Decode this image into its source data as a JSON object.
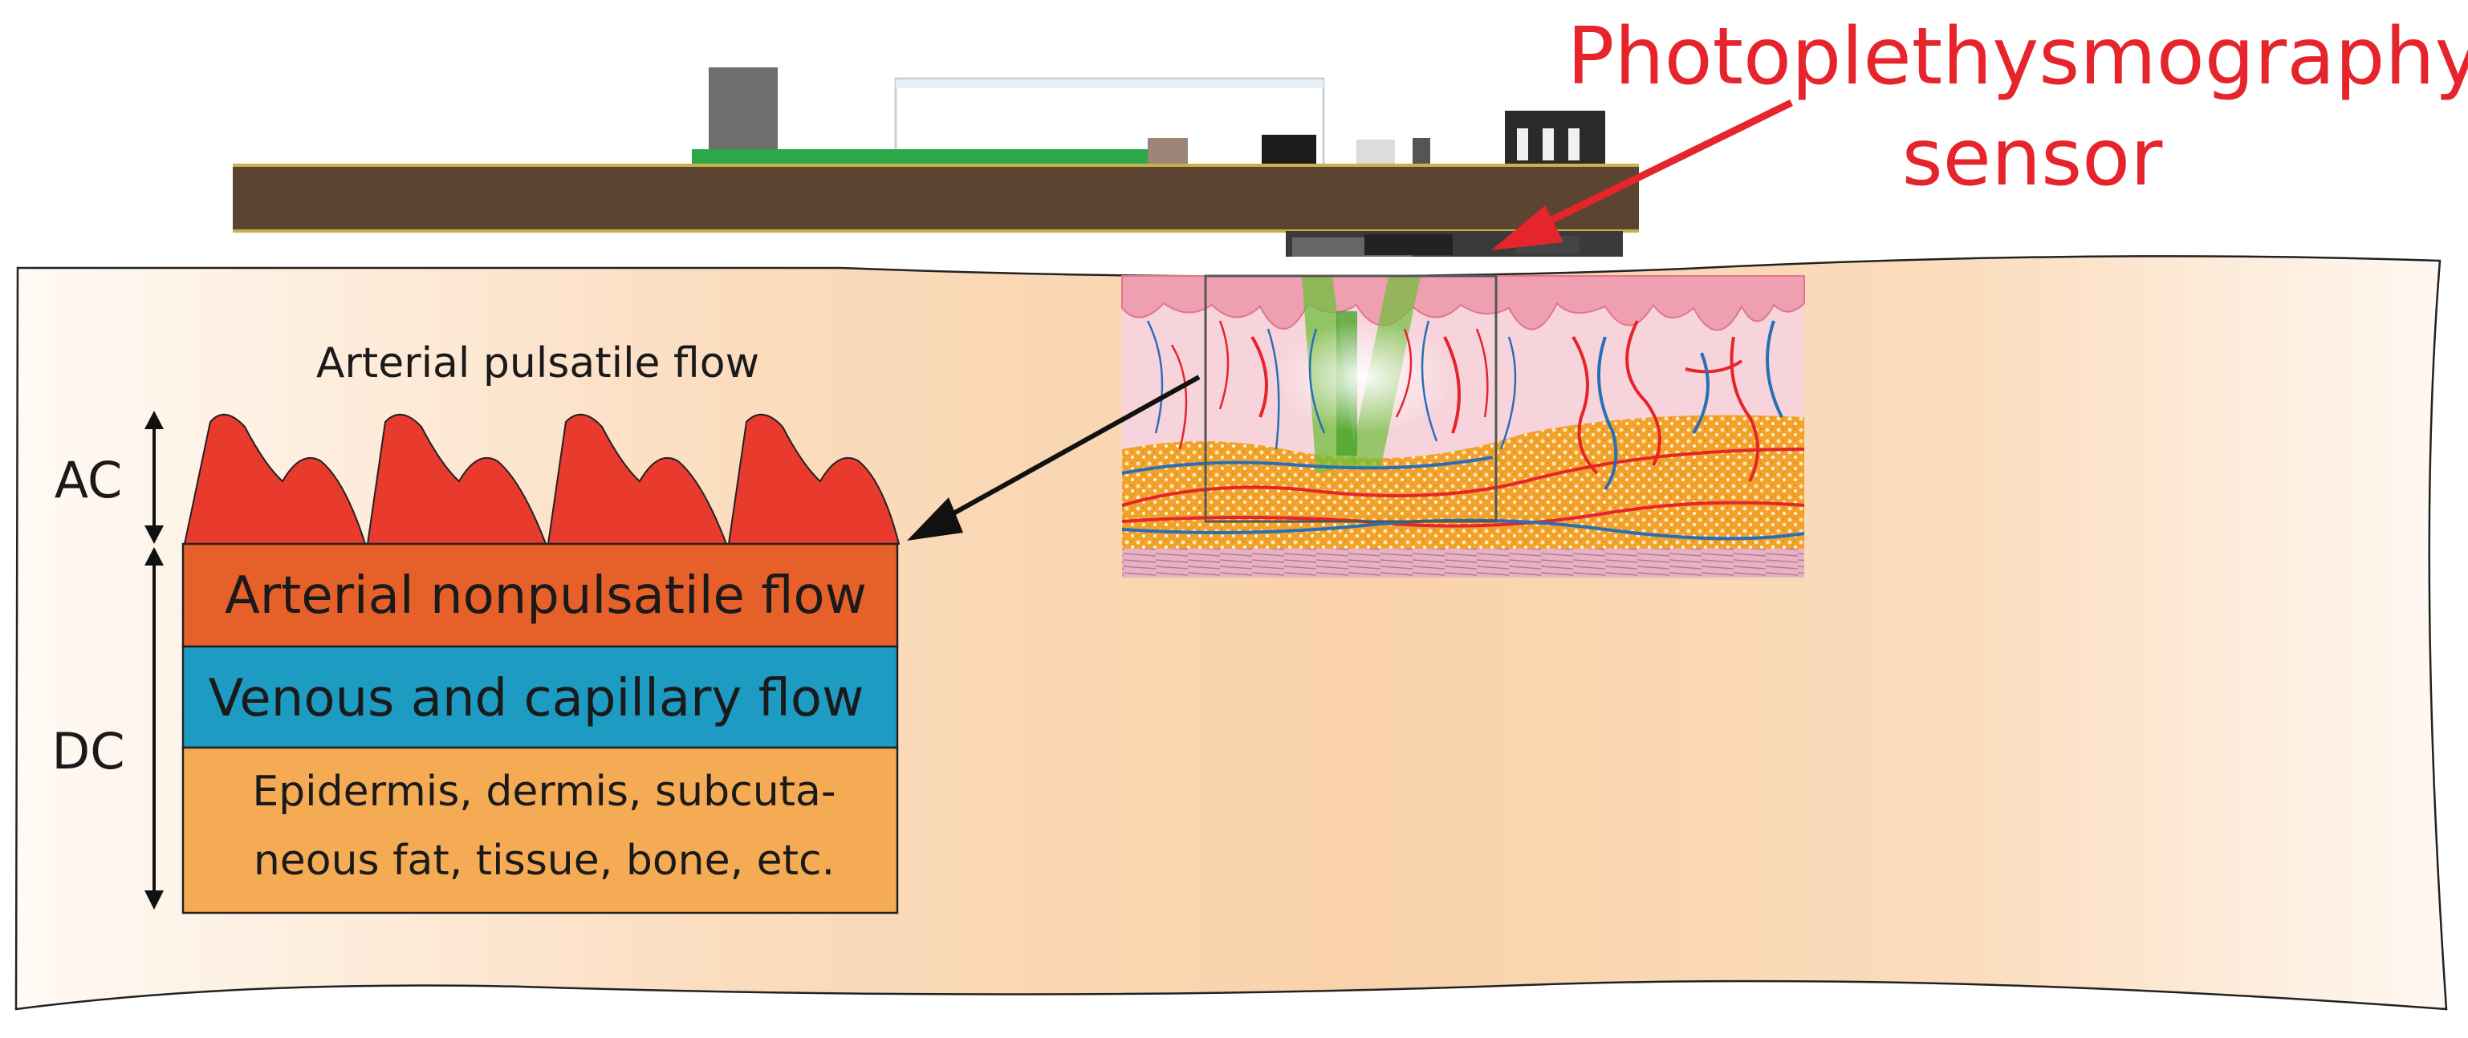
{
  "title": {
    "line1": "Photoplethysmography",
    "line2": "sensor",
    "color": "#e5242b"
  },
  "waveform": {
    "label": "Arterial pulsatile flow",
    "color": "#e83b2e",
    "pulse_count": 4
  },
  "axis_labels": {
    "ac": "AC",
    "dc": "DC"
  },
  "layers": [
    {
      "label": "Arterial nonpulsatile flow",
      "color": "#e6602a"
    },
    {
      "label": "Venous and capillary flow",
      "color": "#1e9bc3"
    },
    {
      "label_line1": "Epidermis, dermis, subcuta-",
      "label_line2": "neous fat, tissue, bone, etc.",
      "color": "#f4ab54"
    }
  ],
  "colors": {
    "skin_band_light": "#fdf4ec",
    "skin_band_dark": "#f9cfa5",
    "pcb_board": "#5c4430",
    "pcb_green": "#2aa84a",
    "artery": "#e5242b",
    "vein": "#2a6fb5",
    "fat": "#f2a22a",
    "dermis": "#f7d4dc",
    "light_beam": "#6fbf3a"
  }
}
